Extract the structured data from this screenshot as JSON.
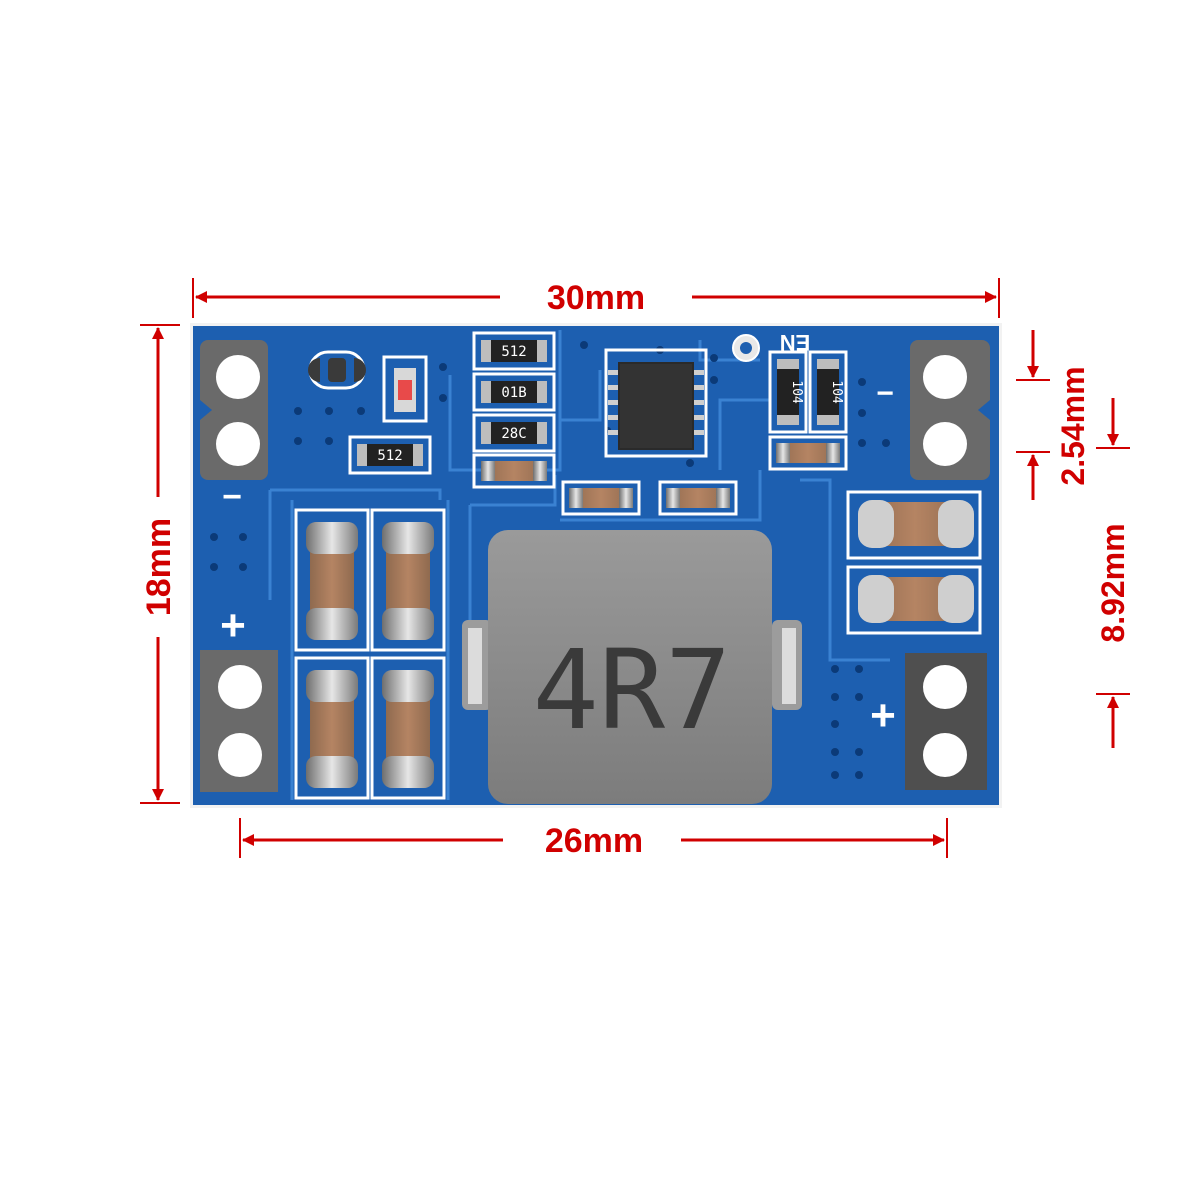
{
  "dimensions": {
    "total_width": "30mm",
    "inner_width": "26mm",
    "height": "18mm",
    "pin_pitch": "2.54mm",
    "pin_group_spacing": "8.92mm"
  },
  "board": {
    "inductor_marking": "4R7",
    "enable_label": "EN",
    "minus_sign": "−",
    "plus_sign": "+",
    "resistor_markings": [
      "512",
      "01B",
      "28C",
      "512",
      "104",
      "104"
    ]
  },
  "colors": {
    "pcb": "#1d5fb0",
    "pcb_edge": "#f2f2f2",
    "dimension": "#d00000",
    "pad": "#6a6a6a",
    "inductor": "#8a8a8a"
  }
}
